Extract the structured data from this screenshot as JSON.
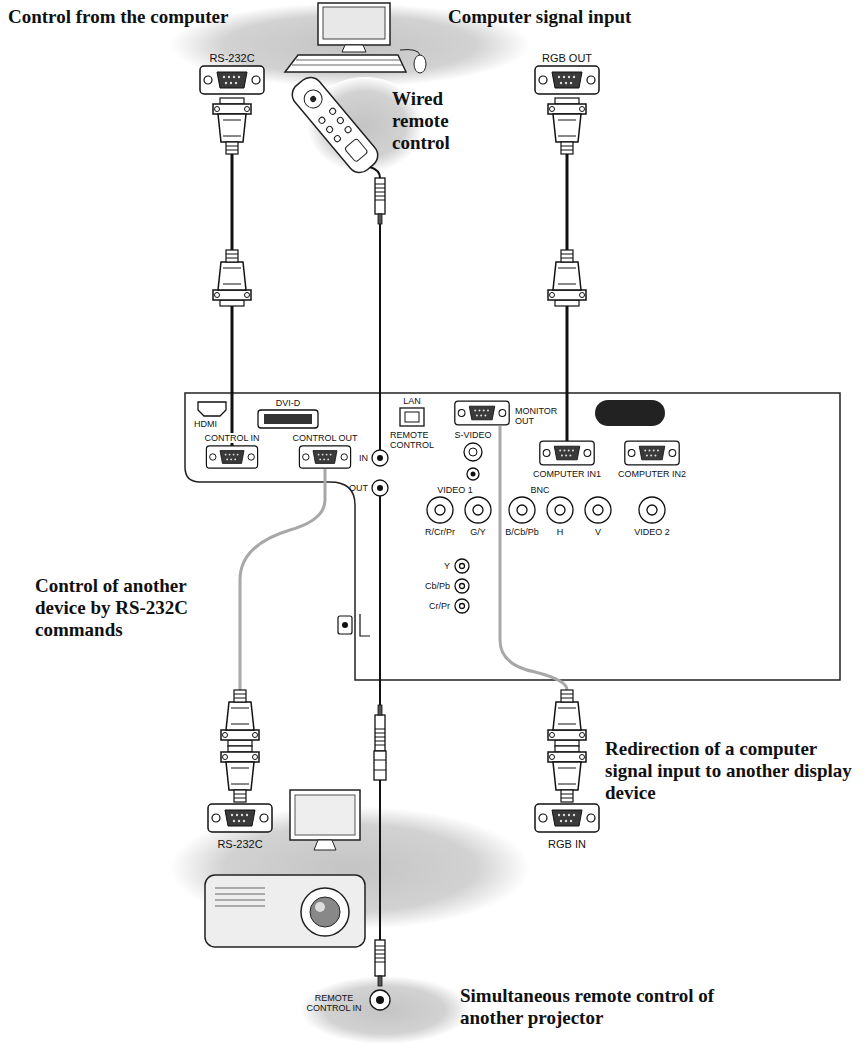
{
  "diagram": {
    "labels": [
      "Control from the computer",
      "Computer signal input",
      "RS-232C",
      "RGB OUT",
      "Wired remote control",
      "LAN",
      "HDMI",
      "DVI-D",
      "REMOTE CONTROL",
      "S-VIDEO",
      "MONITOR OUT",
      "CONTROL IN",
      "CONTROL OUT",
      "IN",
      "OUT",
      "COMPUTER IN1",
      "COMPUTER IN2",
      "VIDEO 1",
      "BNC",
      "R/Cr/Pr",
      "G/Y",
      "B/Cb/Pb",
      "H",
      "V",
      "VIDEO 2",
      "Y",
      "Cb/Pb",
      "Cr/Pr",
      "Control of another device by RS-232C commands",
      "Redirection of a computer signal input to another display device",
      "RS-232C",
      "RGB IN",
      "REMOTE CONTROL IN",
      "Simultaneous remote control of another projector"
    ]
  }
}
